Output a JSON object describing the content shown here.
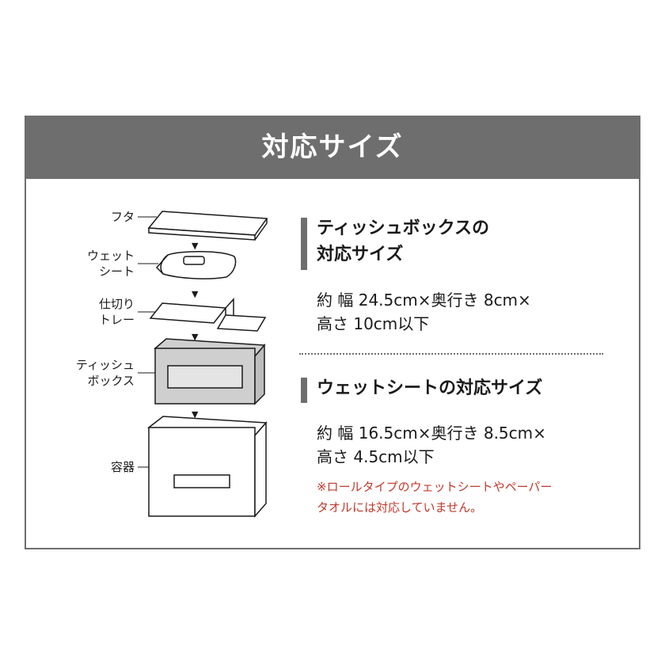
{
  "header": {
    "title": "対応サイズ"
  },
  "diagram": {
    "labels": {
      "lid": "フタ",
      "wet_sheet_1": "ウェット",
      "wet_sheet_2": "シート",
      "tray_1": "仕切り",
      "tray_2": "トレー",
      "tissue_1": "ティッシュ",
      "tissue_2": "ボックス",
      "container": "容器"
    },
    "arrow_glyph": "▼"
  },
  "tissue_section": {
    "title_line1": "ティッシュボックスの",
    "title_line2": "対応サイズ",
    "spec_line1": "約 幅 24.5cm×奥行き 8cm×",
    "spec_line2": "高さ 10cm以下"
  },
  "wet_section": {
    "title": "ウェットシートの対応サイズ",
    "spec_line1": "約 幅 16.5cm×奥行き 8.5cm×",
    "spec_line2": "高さ 4.5cm以下",
    "note_line1": "※ロールタイプのウェットシートやペーパー",
    "note_line2": "タオルには対応していません。"
  },
  "colors": {
    "header_bg": "#6e6e6e",
    "note_red": "#c0392b",
    "tissue_gray": "#cfcfcf"
  }
}
